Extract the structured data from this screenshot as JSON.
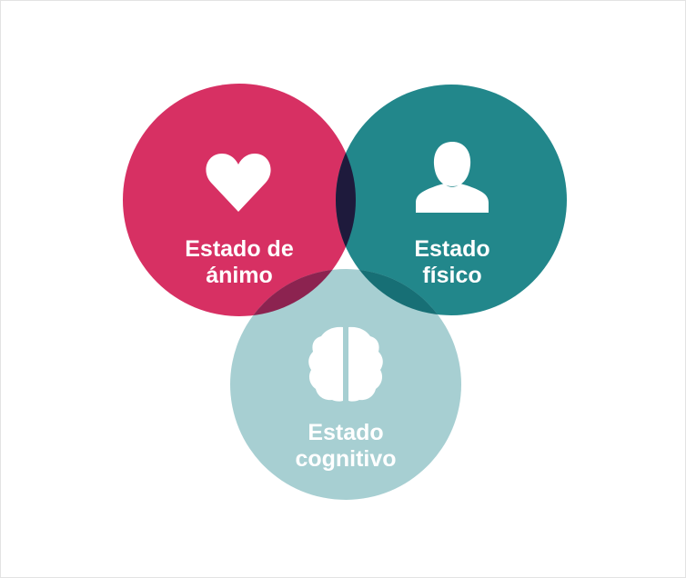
{
  "circles": [
    {
      "id": "mood",
      "label_line1": "Estado de",
      "label_line2": "ánimo",
      "icon": "heart-icon",
      "color": "#d73063"
    },
    {
      "id": "physical",
      "label_line1": "Estado",
      "label_line2": "físico",
      "icon": "person-icon",
      "color": "#22878b"
    },
    {
      "id": "cognitive",
      "label_line1": "Estado",
      "label_line2": "cognitivo",
      "icon": "brain-icon",
      "color": "#a7cfd2"
    }
  ],
  "overlap_colors": {
    "mood_physical": "#1e1a3c",
    "mood_cognitive": "#8c2350",
    "physical_cognitive": "#176f75"
  }
}
